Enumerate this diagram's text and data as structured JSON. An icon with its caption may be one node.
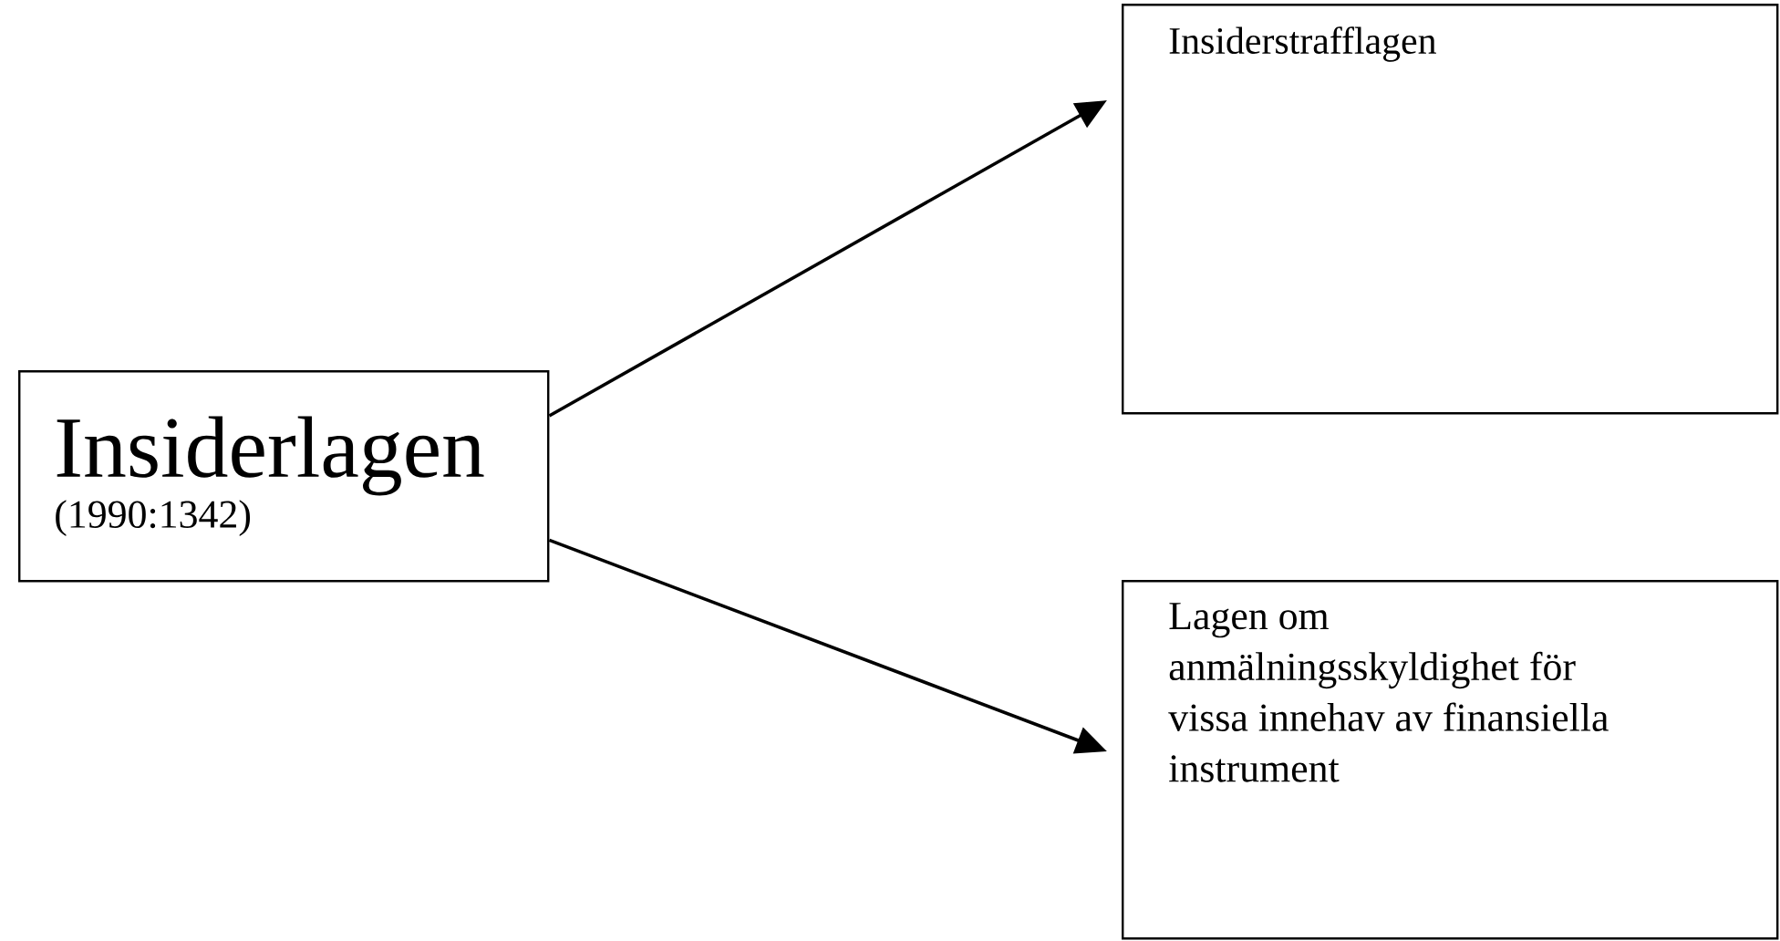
{
  "diagram": {
    "nodes": [
      {
        "text": [
          "Insiderlagen",
          "(1990:1342)"
        ]
      },
      {
        "text": [
          "Insiderstrafflagen"
        ]
      },
      {
        "text": [
          "Lagen om anmälningsskyldighet för vissa innehav av finansiella instrument"
        ]
      }
    ],
    "edges": [
      {
        "from": 0,
        "to": 1,
        "arrow": "to"
      },
      {
        "from": 0,
        "to": 2,
        "arrow": "to"
      }
    ]
  }
}
